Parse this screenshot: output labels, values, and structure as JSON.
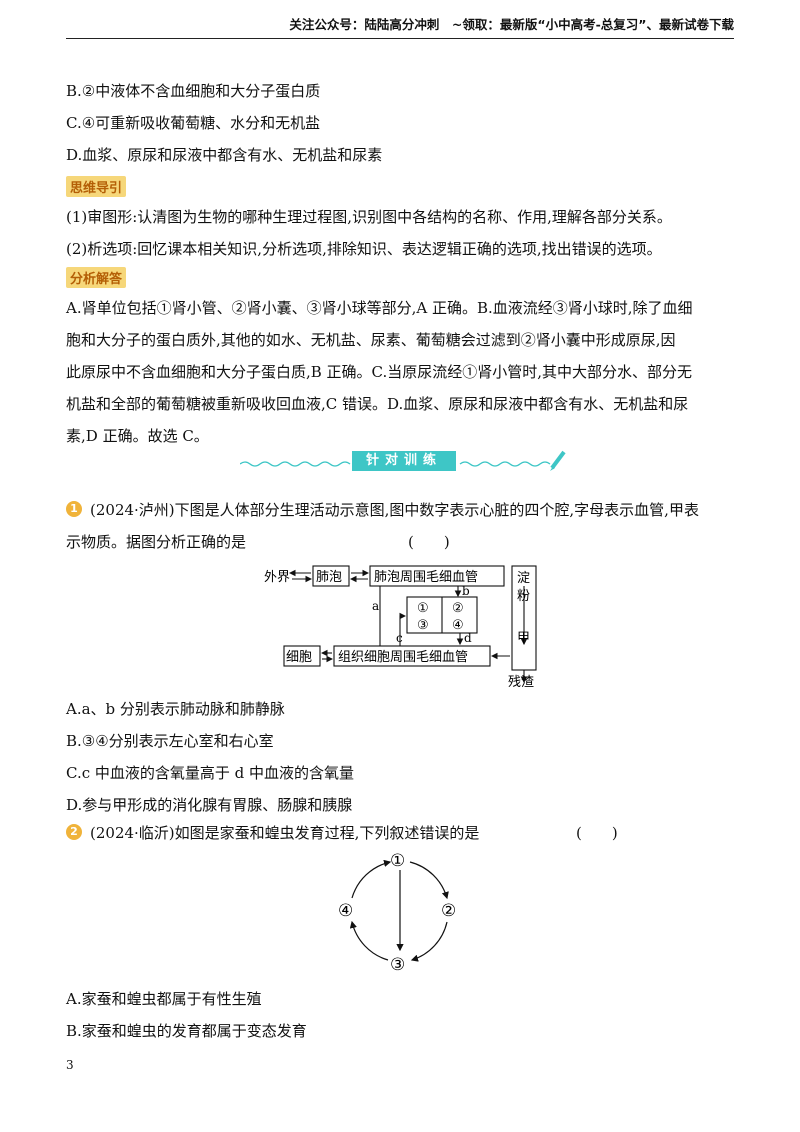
{
  "header": "关注公众号：陆陆高分冲刺　~领取：最新版“小中高考-总复习”、最新试卷下载",
  "prev_options": {
    "B": "B.②中液体不含血细胞和大分子蛋白质",
    "C": "C.④可重新吸收葡萄糖、水分和无机盐",
    "D": "D.血浆、原尿和尿液中都含有水、无机盐和尿素"
  },
  "guide": {
    "tag": "思维导引",
    "l1": "(1)审图形:认清图为生物的哪种生理过程图,识别图中各结构的名称、作用,理解各部分关系。",
    "l2": "(2)析选项:回忆课本相关知识,分析选项,排除知识、表达逻辑正确的选项,找出错误的选项。"
  },
  "analysis": {
    "tag": "分析解答",
    "l1": "A.肾单位包括①肾小管、②肾小囊、③肾小球等部分,A 正确。B.血液流经③肾小球时,除了血细",
    "l2": "胞和大分子的蛋白质外,其他的如水、无机盐、尿素、葡萄糖会过滤到②肾小囊中形成原尿,因",
    "l3": "此原尿中不含血细胞和大分子蛋白质,B 正确。C.当原尿流经①肾小管时,其中大部分水、部分无",
    "l4": "机盐和全部的葡萄糖被重新吸收回血液,C 错误。D.血浆、原尿和尿液中都含有水、无机盐和尿",
    "l5": "素,D 正确。故选 C。"
  },
  "banner": "针对训练",
  "q1": {
    "num": "1",
    "l1": "(2024·泸州)下图是人体部分生理活动示意图,图中数字表示心脏的四个腔,字母表示血管,甲表",
    "l2": "示物质。据图分析正确的是",
    "paren": "(　　)",
    "diagram": {
      "outside": "外界",
      "lung": "肺泡",
      "lung_cap": "肺泡周围毛细血管",
      "cells": "细胞",
      "tissue_cap": "组织细胞周围毛细血管",
      "c1": "①",
      "c2": "②",
      "c3": "③",
      "c4": "④",
      "a": "a",
      "b": "b",
      "c": "c",
      "d": "d",
      "starch": [
        "淀",
        "粉"
      ],
      "jia": "甲",
      "residue": "残渣"
    },
    "A": "A.a、b 分别表示肺动脉和肺静脉",
    "B": "B.③④分别表示左心室和右心室",
    "C": "C.c 中血液的含氧量高于 d 中血液的含氧量",
    "D": "D.参与甲形成的消化腺有胃腺、肠腺和胰腺"
  },
  "q2": {
    "num": "2",
    "l1": "(2024·临沂)如图是家蚕和蝗虫发育过程,下列叙述错误的是",
    "paren": "(　　)",
    "diagram": {
      "n1": "①",
      "n2": "②",
      "n3": "③",
      "n4": "④"
    },
    "A": "A.家蚕和蝗虫都属于有性生殖",
    "B": "B.家蚕和蝗虫的发育都属于变态发育"
  },
  "page_number": "3"
}
